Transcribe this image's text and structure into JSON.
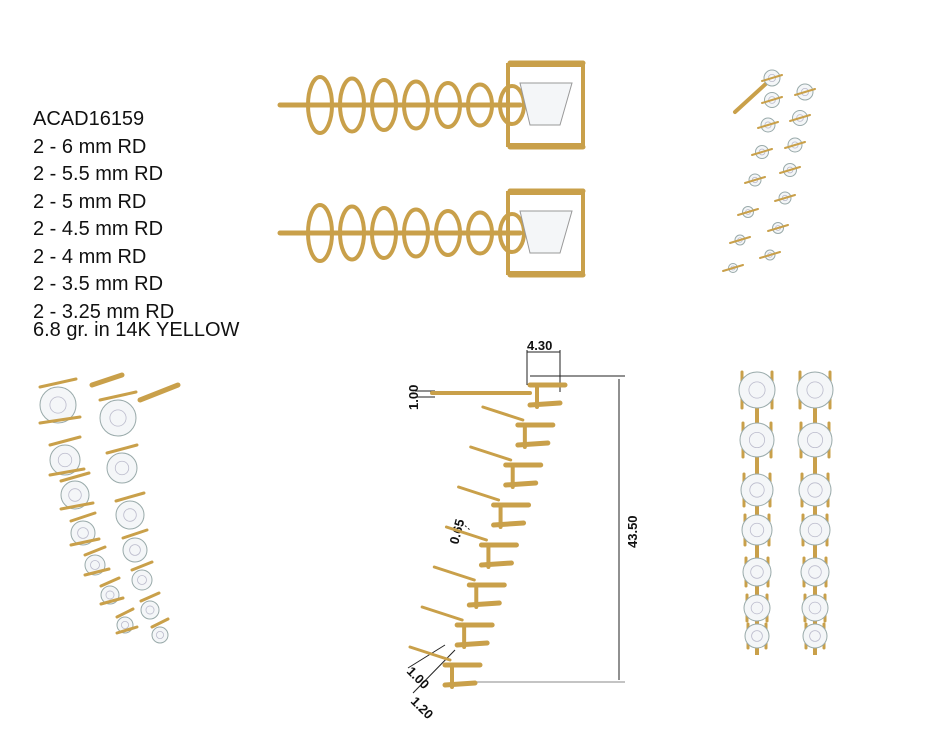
{
  "spec": {
    "model": "ACAD16159",
    "stones": [
      "2 - 6 mm RD",
      "2 - 5.5 mm RD",
      "2 - 5 mm RD",
      "2 - 4.5 mm RD",
      "2 - 4 mm RD",
      "2 - 3.5 mm RD",
      "2 - 3.25 mm RD"
    ],
    "weight": "6.8 gr.  in 14K YELLOW"
  },
  "dimensions": {
    "top_width": "4.30",
    "post_dia": "1.00",
    "prong": "0.65",
    "total_length": "43.50",
    "bottom_a": "1.00",
    "bottom_b": "1.20"
  },
  "colors": {
    "gold": "#c9a04a",
    "gold_dark": "#8a6420",
    "stone": "#f4f6f8"
  }
}
